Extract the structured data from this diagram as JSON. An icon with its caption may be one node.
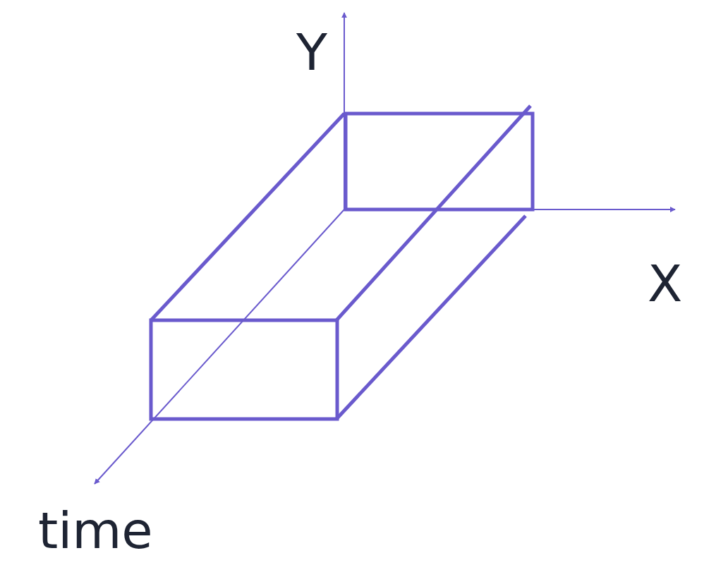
{
  "diagram": {
    "labels": [
      "Y",
      "X",
      "time"
    ]
  }
}
